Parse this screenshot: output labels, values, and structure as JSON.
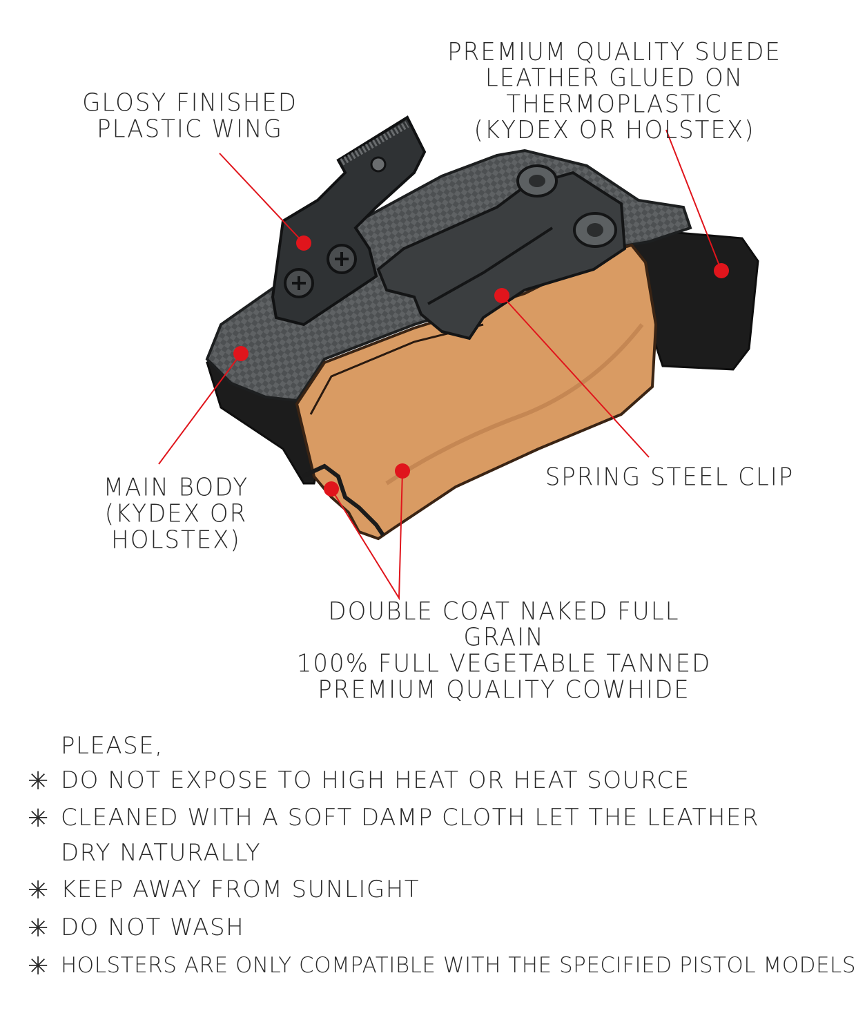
{
  "colors": {
    "callout_dot": "#e0151c",
    "callout_line": "#e0151c",
    "carbon_dark": "#4a4d4f",
    "carbon_light": "#6c6f71",
    "leather": "#d99b63",
    "leather_shadow": "#b8794a",
    "suede": "#1b1b1b",
    "hardware": "#2e3133"
  },
  "callouts": {
    "wing": {
      "text": "GLOSY FINISHED\nPLASTIC WING"
    },
    "suede": {
      "text": "PREMIUM QUALITY SUEDE\nLEATHER GLUED ON THERMOPLASTIC\n(KYDEX OR HOLSTEX)"
    },
    "main_body": {
      "text": "MAIN BODY\n(KYDEX OR HOLSTEX)"
    },
    "clip": {
      "text": "SPRING STEEL CLIP"
    },
    "cowhide": {
      "text": "DOUBLE COAT NAKED FULL GRAIN\n100% FULL VEGETABLE TANNED\nPREMIUM QUALITY COWHIDE"
    }
  },
  "care": {
    "heading": "PLEASE,",
    "bullet_glyph": "✳",
    "items": [
      {
        "line1": "DO NOT EXPOSE TO HIGH HEAT OR HEAT SOURCE"
      },
      {
        "line1": "CLEANED WITH A SOFT DAMP CLOTH LET THE LEATHER",
        "line2": "DRY NATURALLY"
      },
      {
        "line1": "KEEP AWAY FROM SUNLIGHT"
      },
      {
        "line1": "DO NOT WASH"
      },
      {
        "line1": "HOLSTERS ARE ONLY COMPATIBLE WITH THE SPECIFIED PISTOL MODELS"
      }
    ]
  }
}
